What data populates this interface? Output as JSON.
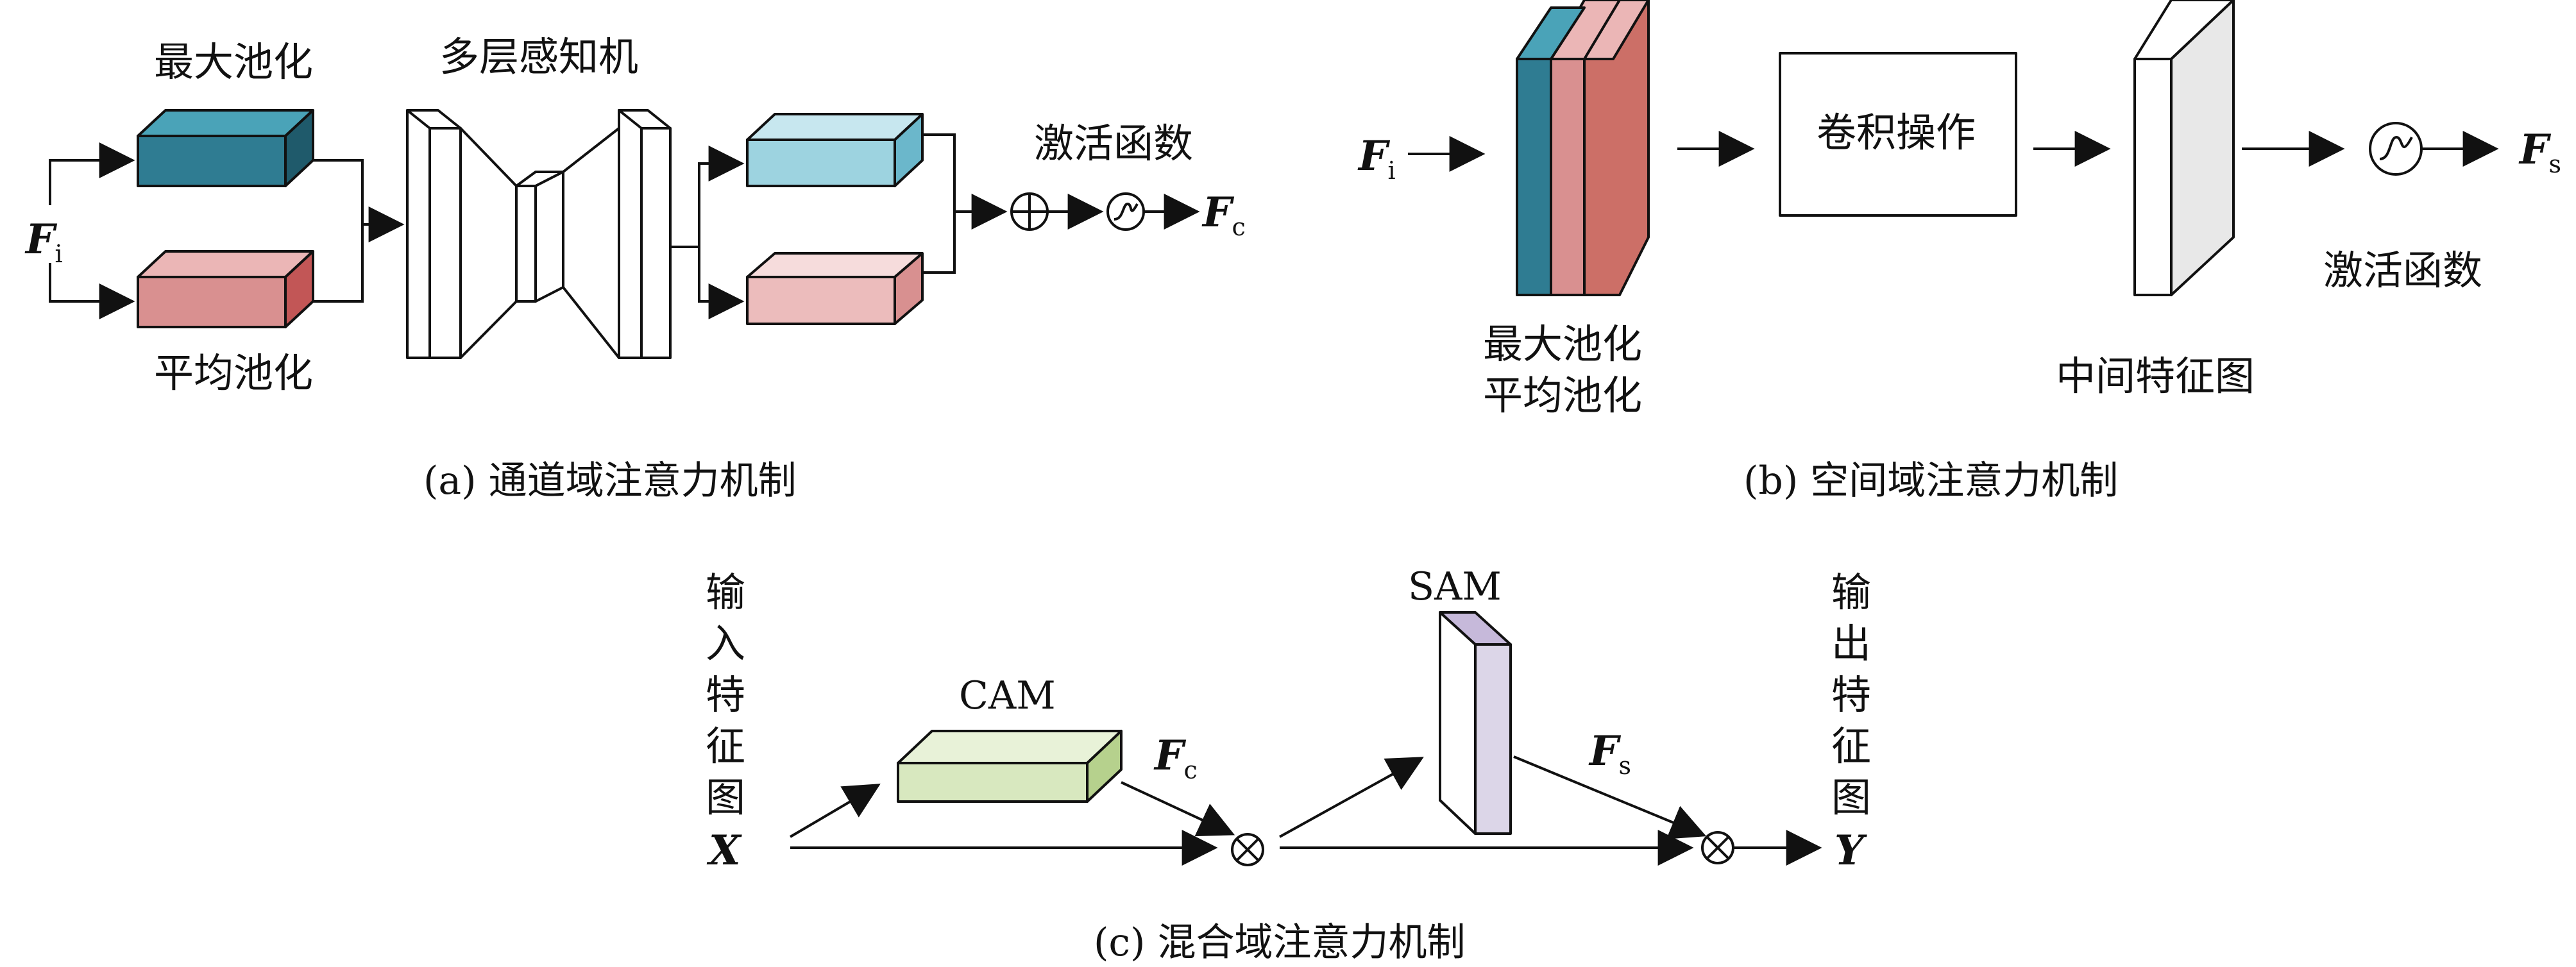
{
  "panel_a": {
    "max_pool": "最大池化",
    "avg_pool": "平均池化",
    "mlp": "多层感知机",
    "activation": "激活函数",
    "input_sym": "F",
    "input_sub": "i",
    "output_sym": "F",
    "output_sub": "c",
    "caption": "(a) 通道域注意力机制"
  },
  "panel_b": {
    "input_sym": "F",
    "input_sub": "i",
    "pool_line1": "最大池化",
    "pool_line2": "平均池化",
    "conv": "卷积操作",
    "intermediate": "中间特征图",
    "activation": "激活函数",
    "output_sym": "F",
    "output_sub": "s",
    "caption": "(b) 空间域注意力机制"
  },
  "panel_c": {
    "input_label_chars": [
      "输",
      "入",
      "特",
      "征",
      "图"
    ],
    "input_sym": "X",
    "cam": "CAM",
    "sam": "SAM",
    "fc_sym": "F",
    "fc_sub": "c",
    "fs_sym": "F",
    "fs_sub": "s",
    "output_label_chars": [
      "输",
      "出",
      "特",
      "征",
      "图"
    ],
    "output_sym": "Y",
    "caption": "(c) 混合域注意力机制"
  },
  "colors": {
    "teal_front": "#2f7c92",
    "teal_top": "#4aa3b8",
    "teal_side": "#1f5a6b",
    "pink_front": "#d99090",
    "pink_top": "#ebb6b6",
    "pink_side": "#c25656",
    "light_blue_front": "#9dd3e0",
    "light_blue_top": "#c7e7ef",
    "light_blue_side": "#6bb7cb",
    "light_pink_front": "#ecbcbc",
    "light_pink_top": "#f6dcdc",
    "light_pink_side": "#d89090",
    "red_slab": "#cc6f67",
    "green_front": "#d8e8bf",
    "green_top": "#e8f2d8",
    "green_side": "#b6d18d",
    "purple_front": "#dcd6e8",
    "purple_top": "#c6b9da",
    "purple_side": "#b6a8cf",
    "gray_side": "#e8e8e8"
  }
}
